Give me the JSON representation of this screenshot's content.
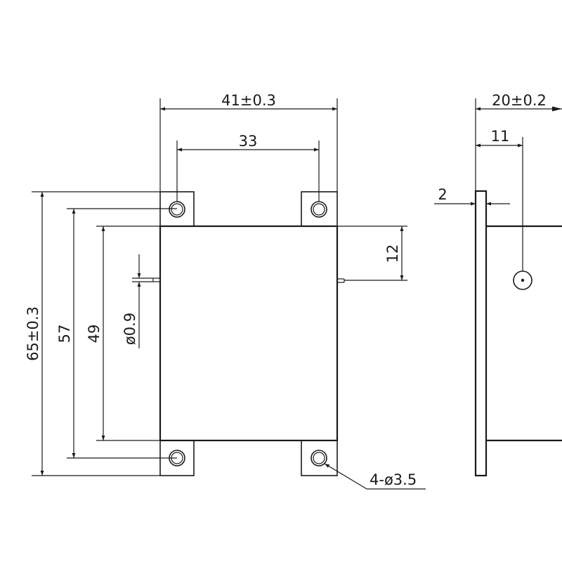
{
  "front_view": {
    "width_overall": "41±0.3",
    "hole_spacing_x": "33",
    "height_overall": "65±0.3",
    "hole_spacing_y": "57",
    "body_height": "49",
    "pin_diameter": "ø0.9",
    "pin_offset": "12",
    "holes_callout": "4-ø3.5"
  },
  "side_view": {
    "depth_overall": "20±0.2",
    "pin_position": "11",
    "flange_thickness": "2"
  }
}
